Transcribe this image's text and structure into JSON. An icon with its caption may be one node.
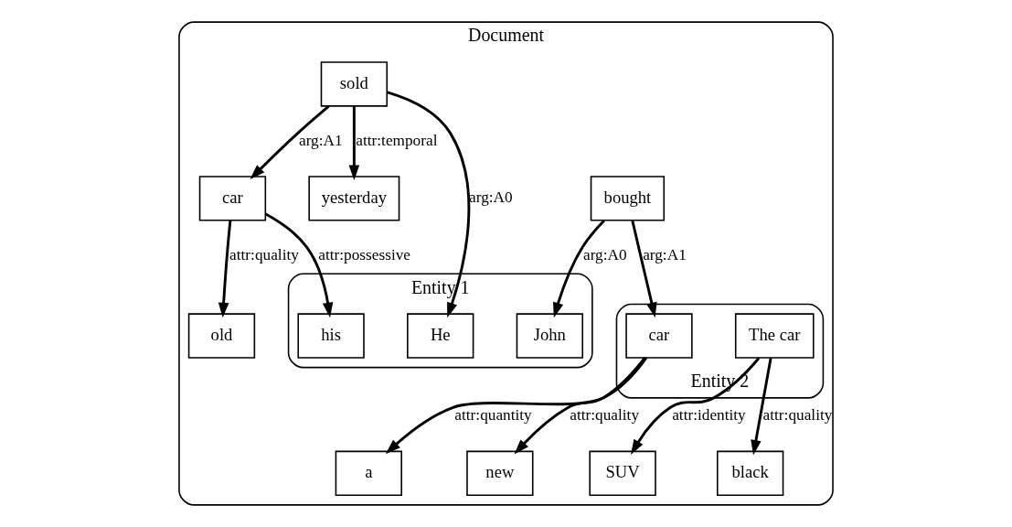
{
  "diagram": {
    "nodes": [
      {
        "text": [
          "Document"
        ]
      },
      {
        "text": [
          "Entity 1"
        ],
        "in": 0
      },
      {
        "text": [
          "John"
        ],
        "in": 1
      },
      {
        "text": [
          "He"
        ],
        "in": 1
      },
      {
        "text": [
          "his"
        ],
        "in": 1
      },
      {
        "text": [
          "yesterday"
        ],
        "in": 0
      },
      {
        "text": [
          "bought"
        ],
        "in": 0
      },
      {
        "text": [
          "sold"
        ],
        "in": 0
      },
      {
        "text": [
          "car"
        ],
        "in": 0
      },
      {
        "text": [
          "old"
        ],
        "in": 0
      },
      {
        "text": [
          "a"
        ],
        "in": 0
      },
      {
        "text": [
          "Entity 2"
        ],
        "in": 0
      },
      {
        "text": [
          "car"
        ],
        "in": 11
      },
      {
        "text": [
          "The car"
        ],
        "in": 11
      },
      {
        "text": [
          "SUV"
        ],
        "in": 0
      },
      {
        "text": [
          "new"
        ],
        "in": 0
      },
      {
        "text": [
          "black"
        ],
        "in": 0
      }
    ],
    "edges": [
      {
        "from": 6,
        "to": 2,
        "arrow": "to",
        "label": "arg:A0"
      },
      {
        "from": 7,
        "to": 3,
        "arrow": "to",
        "label": "arg:A0"
      },
      {
        "from": 7,
        "to": 5,
        "arrow": "to",
        "label": "attr:temporal"
      },
      {
        "from": 8,
        "to": 4,
        "arrow": "to",
        "label": "attr:possessive"
      },
      {
        "from": 7,
        "to": 8,
        "arrow": "to",
        "label": "arg:A1"
      },
      {
        "from": 8,
        "to": 9,
        "arrow": "to",
        "label": "attr:quality"
      },
      {
        "from": 6,
        "to": 12,
        "arrow": "to",
        "label": "arg:A1"
      },
      {
        "from": 12,
        "to": 10,
        "arrow": "to",
        "label": "attr:quantity"
      },
      {
        "from": 12,
        "to": 15,
        "arrow": "to",
        "label": "attr:quality"
      },
      {
        "from": 13,
        "to": 14,
        "arrow": "to",
        "label": "attr:identity"
      },
      {
        "from": 13,
        "to": 16,
        "arrow": "to",
        "label": "attr:quality"
      }
    ]
  }
}
